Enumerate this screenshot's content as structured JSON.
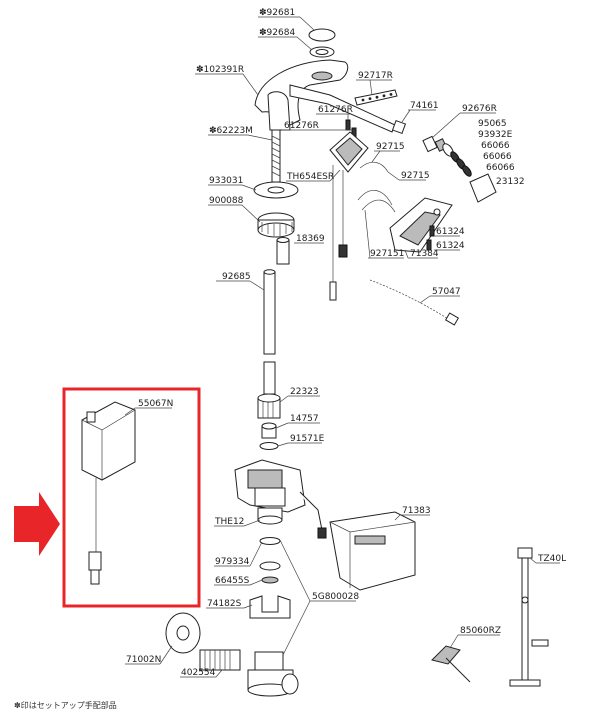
{
  "labels": {
    "p92681": "✽92681",
    "p92684": "✽92684",
    "p102391R": "✽102391R",
    "p92717R": "92717R",
    "p74161": "74161",
    "p92676R": "92676R",
    "p95065": "95065",
    "p93932E": "93932E",
    "p66066a": "66066",
    "p66066b": "66066",
    "p66066c": "66066",
    "p23132": "23132",
    "p61276Ra": "61276R",
    "p61276Rb": "61276R",
    "p62223M": "✽62223M",
    "p92715a": "92715",
    "p92715b": "92715",
    "p933031": "933031",
    "pTH654ESR": "TH654ESR",
    "p900088": "900088",
    "p18369": "18369",
    "p927151": "927151",
    "p71384": "71384",
    "p61324a": "61324",
    "p61324b": "61324",
    "p92685": "92685",
    "p57047": "57047",
    "p55067N": "55067N",
    "p22323": "22323",
    "p14757": "14757",
    "p91571E": "91571E",
    "p71383": "71383",
    "pTHE12": "THE12",
    "p979334": "979334",
    "p66455S": "66455S",
    "p74182S": "74182S",
    "p5G800028": "5G800028",
    "pTZ40L": "TZ40L",
    "p85060RZ": "85060RZ",
    "p71002N": "71002N",
    "p402554": "402554"
  },
  "footnote": "✽印はセットアップ手配部品",
  "colors": {
    "highlight": "#e8262a",
    "line": "#222222"
  }
}
